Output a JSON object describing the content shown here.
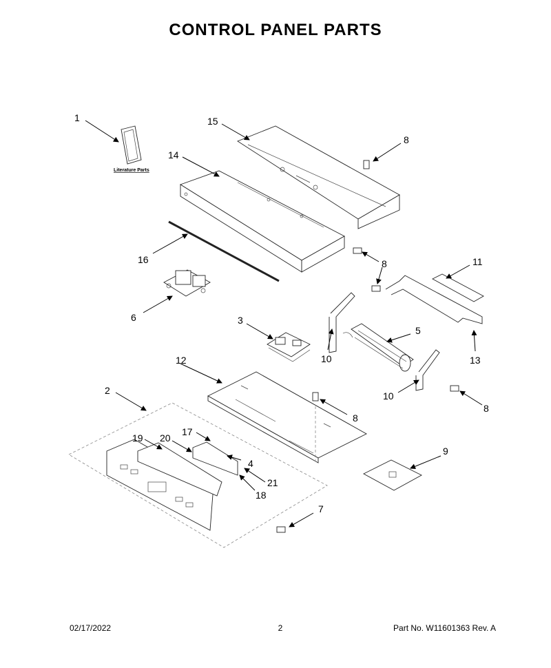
{
  "title": "CONTROL PANEL PARTS",
  "literature_label": "Literature Parts",
  "callouts": [
    "1",
    "2",
    "3",
    "4",
    "5",
    "6",
    "7",
    "8",
    "8",
    "8",
    "8",
    "9",
    "10",
    "10",
    "11",
    "12",
    "13",
    "14",
    "15",
    "16",
    "17",
    "18",
    "19",
    "20",
    "21"
  ],
  "footer": {
    "date": "02/17/2022",
    "page": "2",
    "part_no": "Part No.  W11601363  Rev.  A"
  }
}
